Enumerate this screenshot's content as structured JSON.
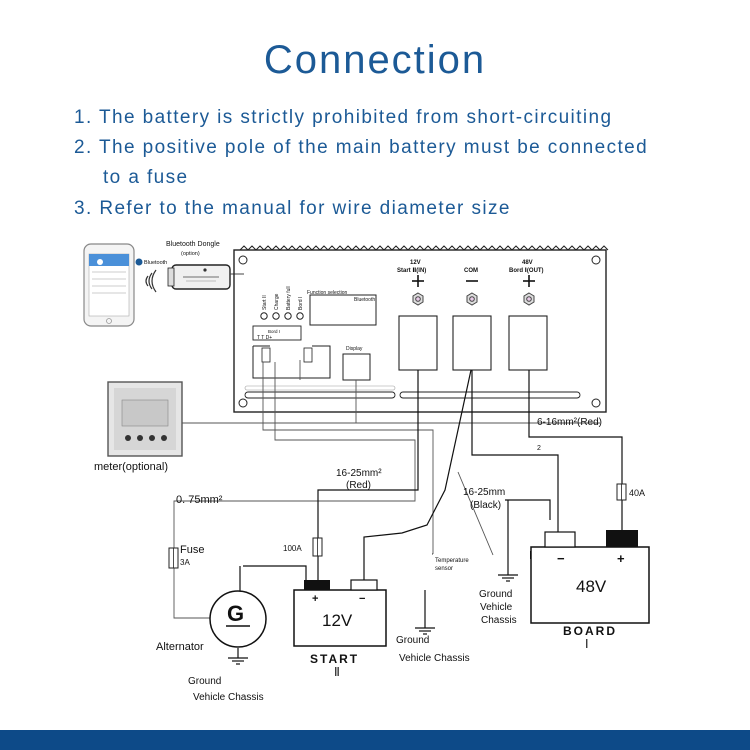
{
  "title": "Connection",
  "instructions": [
    "1. The battery is strictly prohibited from short-circuiting",
    "2. The positive pole of the main battery must be connected",
    "to a fuse",
    "3. Refer to the manual for wire diameter size"
  ],
  "colors": {
    "heading": "#1c5a96",
    "footer": "#0d4a88"
  },
  "bluetooth": {
    "dongle_label": "Bluetooth Dongle",
    "dongle_option": "(option)",
    "phone_label": "Bluetooth"
  },
  "controller": {
    "led_labels": [
      "Start II",
      "Charge",
      "Battery full",
      "Bord I"
    ],
    "function_selection": "Function selection",
    "bluetooth_port": "Bluetooth",
    "terminal_header": "Bord I",
    "terminal_pins": "T   T   D+",
    "display_label": "Display",
    "term_12v_line1": "12V",
    "term_12v_line2": "Start Ⅱ(IN)",
    "term_com": "COM",
    "term_48v_line1": "48V",
    "term_48v_line2": "Bord Ⅰ(OUT)"
  },
  "meter": {
    "label": "meter(optional)"
  },
  "wires": {
    "wire_48v": "6-16mm²(Red)",
    "wire_48v_note": "2",
    "wire_12v_size": "16-25mm²",
    "wire_12v_color": "(Red)",
    "wire_black_size": "16-25mm",
    "wire_black_color": "(Black)",
    "wire_alt": "0. 75mm²",
    "temp_sensor_line1": "Temperature",
    "temp_sensor_line2": "sensor"
  },
  "fuses": {
    "fuse_alt": "Fuse",
    "fuse_alt_rating": "3A",
    "fuse_100a": "100A",
    "fuse_40a": "40A"
  },
  "batteries": {
    "start_voltage": "12V",
    "start_name": "START",
    "start_numeral": "Ⅱ",
    "board_voltage": "48V",
    "board_name": "BOARD",
    "board_numeral": "Ⅰ"
  },
  "alternator": {
    "symbol": "G",
    "label": "Alternator"
  },
  "grounds": {
    "alt_ground_1": "Ground",
    "alt_ground_2": "Vehicle Chassis",
    "start_ground_1": "Ground",
    "start_ground_2": "Vehicle Chassis",
    "board_ground_1": "Ground",
    "board_ground_2": "Vehicle",
    "board_ground_3": "Chassis"
  }
}
